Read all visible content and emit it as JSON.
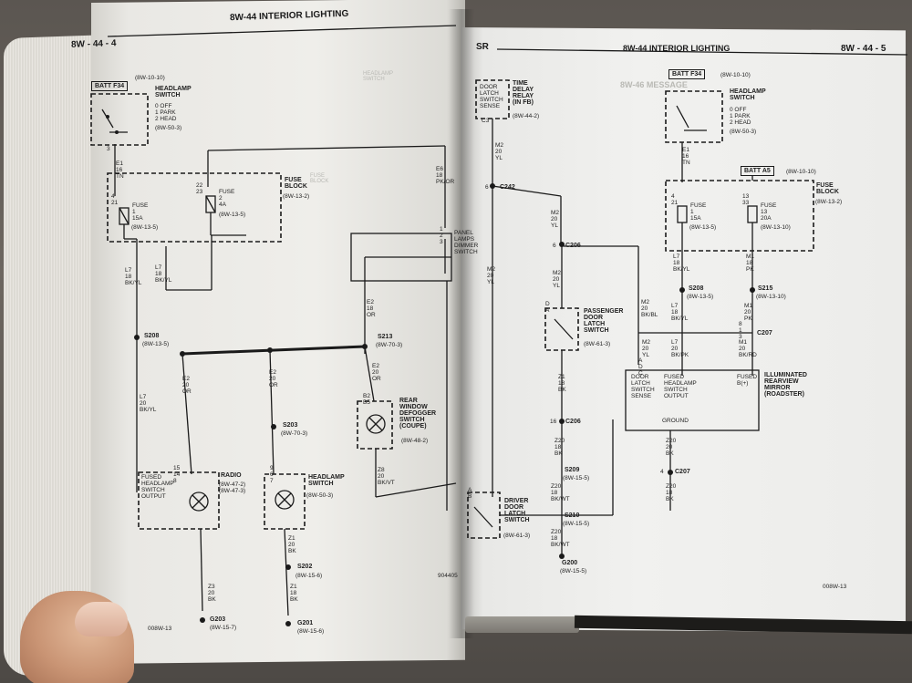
{
  "left_page": {
    "header_left": "8W - 44 - 4",
    "header_title": "8W-44 INTERIOR LIGHTING",
    "batt_f34": "BATT F34",
    "batt_ref": "(8W-10-10)",
    "headlamp_switch": "HEADLAMP\nSWITCH",
    "hs_positions": "0 OFF\n1 PARK\n2 HEAD",
    "hs_ref": "(8W-50-3)",
    "hs_pin": "3",
    "e1_wire": "E1\n16\nTN",
    "e6_wire": "E6\n18\nPK/OR",
    "fuse_block": "FUSE\nBLOCK",
    "fb_ref": "(8W-13-2)",
    "fuse1": "FUSE\n1\n15A",
    "fuse1_ref": "(8W-13-5)",
    "fuse1_pins": "4\n21",
    "fuse2": "FUSE\n2\n4A",
    "fuse2_ref": "(8W-13-5)",
    "fuse2_pins": "22\n23",
    "l7_wire_a": "L7\n18\nBK/YL",
    "l7_wire_b": "L7\n18\nBK/YL",
    "panel_lamps": "PANEL\nLAMPS\nDIMMER\nSWITCH",
    "panel_pins": "1\n2\n3",
    "e2_wire_top": "E2\n18\nOR",
    "s208": "S208",
    "s208_ref": "(8W-13-5)",
    "s213": "S213",
    "s213_ref": "(8W-70-3)",
    "e2_wire_1": "E2\n20\nOR",
    "e2_wire_2": "E2\n20\nOR",
    "e2_wire_3": "E2\n20\nOR",
    "l7_wire_c": "L7\n20\nBK/YL",
    "rear_defogger": "REAR\nWINDOW\nDEFOGGER\nSWITCH\n(COUPE)",
    "rwd_ref": "(8W-48-2)",
    "rwd_pins": "B2\nB5",
    "s203": "S203",
    "s203_ref": "(8W-70-3)",
    "z8_wire": "Z8\n20\nBK/VT",
    "radio_box": "FUSED\nHEADLAMP\nSWITCH\nOUTPUT",
    "radio": "RADIO",
    "radio_ref": "(8W-47-2)\n(8W-47-3)",
    "radio_pins": "15\n14\n8",
    "headlamp_switch_2": "HEADLAMP\nSWITCH",
    "hs2_ref": "(8W-50-3)",
    "hs2_pins": "9\n6\n7",
    "z1_wire_a": "Z1\n20\nBK",
    "z1_wire_b": "Z1\n18\nBK",
    "z3_wire": "Z3\n20\nBK",
    "s202": "S202",
    "s202_ref": "(8W-15-6)",
    "g203": "G203",
    "g203_ref": "(8W-15-7)",
    "g201": "G201",
    "g201_ref": "(8W-15-6)",
    "footer_code": "008W-13",
    "drawing_no": "904405"
  },
  "right_page": {
    "header_left": "SR",
    "header_title": "8W-44 INTERIOR LIGHTING",
    "header_right": "8W - 44 - 5",
    "time_delay": "TIME\nDELAY\nRELAY\n(IN FB)",
    "td_box": "DOOR\nLATCH\nSWITCH\nSENSE",
    "td_ref": "(8W-44-2)",
    "td_pin": "C3",
    "m2_wire_a": "M2\n20\nYL",
    "c242": "C242",
    "c242_pin": "6",
    "m2_wire_b": "M2\n20\nYL",
    "c206_a": "C206",
    "c206_pin": "6",
    "m2_wire_c": "M2\n20\nYL",
    "m2_wire_d": "M2\n20\nYL",
    "passenger_latch": "PASSENGER\nDOOR\nLATCH\nSWITCH",
    "pl_ref": "(8W-61-3)",
    "pl_pins": "D\nA",
    "z1_wire": "Z1\n18\nBK",
    "c206_b": "C206",
    "c206_b_pin": "16",
    "z20_wire_a": "Z20\n18\nBK",
    "s209": "S209",
    "s209_ref": "(8W-15-5)",
    "z20_wire_b": "Z20\n18\nBK/WT",
    "s210": "S210",
    "s210_ref": "(8W-15-5)",
    "z20_wire_c": "Z20\n18\nBK/WT",
    "g200": "G200",
    "g200_ref": "(8W-15-5)",
    "driver_latch": "DRIVER\nDOOR\nLATCH\nSWITCH",
    "dl_ref": "(8W-61-3)",
    "dl_pins": "A\nB",
    "batt_f34": "BATT F34",
    "batt_f34_ref": "(8W-10-10)",
    "headlamp_switch": "HEADLAMP\nSWITCH",
    "hs_positions": "0 OFF\n1 PARK\n2 HEAD",
    "hs_ref": "(8W-50-3)",
    "e1_wire": "E1\n16\nTN",
    "batt_a5": "BATT A5",
    "batt_a5_ref": "(8W-10-10)",
    "fuse_block": "FUSE\nBLOCK",
    "fb_ref": "(8W-13-2)",
    "fuse1": "FUSE\n1\n15A",
    "fuse1_ref": "(8W-13-5)",
    "fuse13": "FUSE\n13\n20A",
    "fuse13_ref": "(8W-13-10)",
    "fuse_pins_l": "4\n21",
    "fuse_pins_r": "13\n33",
    "l7_wire_a": "L7\n18\nBK/YL",
    "m1_wire_a": "M1\n18\nPK",
    "s208": "S208",
    "s208_ref": "(8W-13-5)",
    "s215": "S215",
    "s215_ref": "(8W-13-10)",
    "l7_wire_b": "L7\n18\nBK/YL",
    "m1_wire_b": "M1\n20\nPK",
    "m2_wire_e": "M2\n20\nBK/BL",
    "c207_a": "C207",
    "c207_pins": "8\n1\n3",
    "m2_wire_f": "M2\n20\nYL",
    "l7_wire_c": "L7\n20\nBK/PK",
    "m1_wire_c": "M1\n20\nBK/RD",
    "mirror_box_left": "DOOR\nLATCH\nSWITCH\nSENSE",
    "mirror_box_mid": "FUSED\nHEADLAMP\nSWITCH\nOUTPUT",
    "mirror_box_right": "FUSED\nB(+)",
    "mirror_ground": "GROUND",
    "mirror_pins": "A\nD\nC",
    "mirror_title": "ILLUMINATED\nREARVIEW\nMIRROR\n(ROADSTER)",
    "z20_wire_d": "Z20\n20\nBK",
    "c207_b": "C207",
    "c207_b_pin": "4",
    "z20_wire_e": "Z20\n18\nBK",
    "footer_code": "008W-13"
  },
  "ghost_text": {
    "g1": "HEADLAMP\nSWITCH",
    "g2": "FUSE\nBLOCK",
    "g3": "8W-46 MESSAGE"
  }
}
